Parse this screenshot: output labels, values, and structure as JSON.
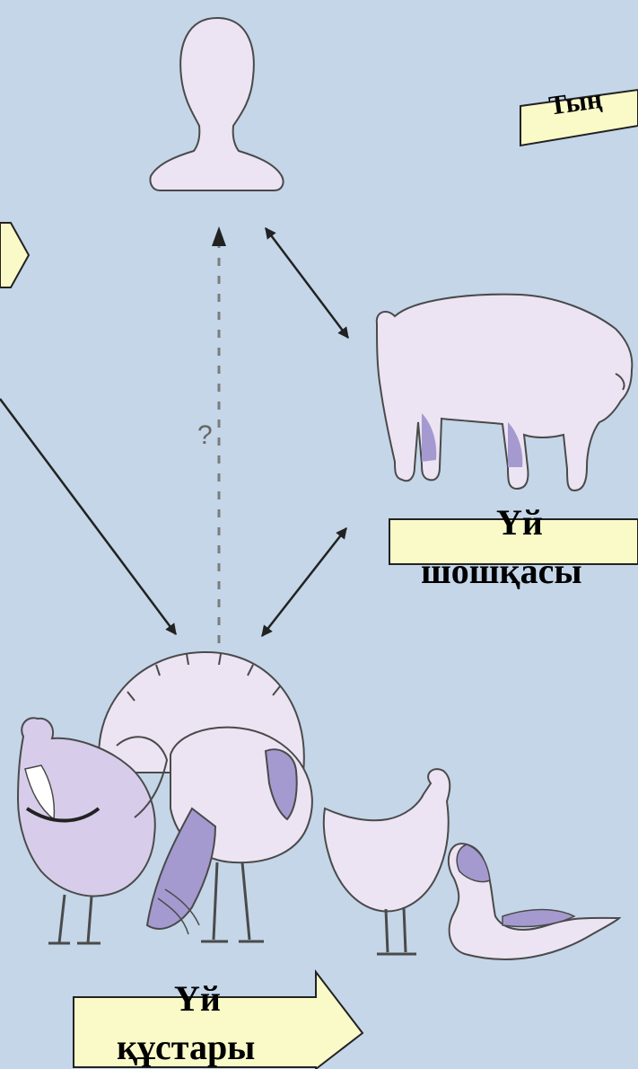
{
  "labels": {
    "top_right": "Тың",
    "pig": {
      "line1": "Үй",
      "line2": "шошқасы"
    },
    "birds": {
      "line1": "Үй",
      "line2": "құстары"
    },
    "question": "?"
  },
  "colors": {
    "background": "#c4d6e8",
    "silhouette": "#ece4f3",
    "shade": "#a49ad0",
    "outline": "#4a4a4a",
    "sign_fill": "#fafac8",
    "arrow": "#222222",
    "dashed": "#7c7c7c"
  }
}
